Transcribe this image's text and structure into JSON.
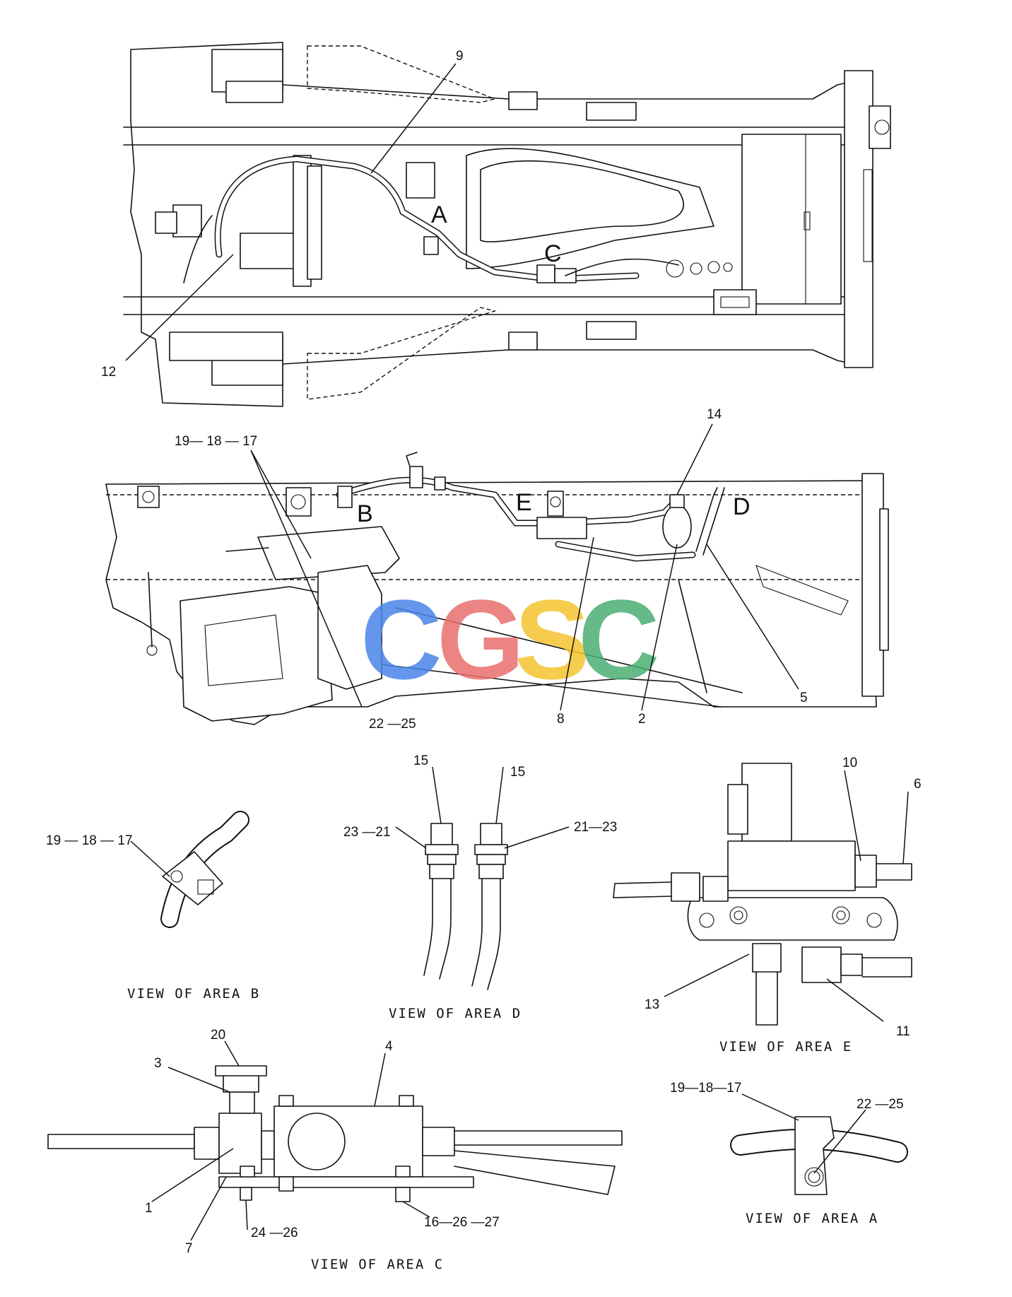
{
  "callouts": {
    "c9": "9",
    "c12": "12",
    "c14": "14",
    "c19_18_17_side": "19— 18 — 17",
    "c22_25_side": "22 —25",
    "c8": "8",
    "c2": "2",
    "c5": "5",
    "c15_left": "15",
    "c15_right": "15",
    "c23_21": "23 —21",
    "c21_23": "21—23",
    "c10": "10",
    "c6": "6",
    "c13": "13",
    "c11": "11",
    "c19_18_17_b": "19 — 18 — 17",
    "c20": "20",
    "c3": "3",
    "c4": "4",
    "c1": "1",
    "c7": "7",
    "c24_26": "24 —26",
    "c16_26_27": "16—26 —27",
    "c19_18_17_a": "19—18—17",
    "c22_25_a": "22 —25"
  },
  "area_letters": {
    "a": "A",
    "b": "B",
    "c": "C",
    "d": "D",
    "e": "E"
  },
  "captions": {
    "area_b": "VIEW OF AREA B",
    "area_d": "VIEW OF AREA D",
    "area_e": "VIEW OF AREA E",
    "area_c": "VIEW OF AREA C",
    "area_a": "VIEW OF AREA A"
  },
  "watermark": {
    "letters": [
      "C",
      "G",
      "S",
      "C"
    ],
    "colors": [
      "#4a86e8",
      "#ea6f6f",
      "#f4c430",
      "#4caf74"
    ]
  }
}
